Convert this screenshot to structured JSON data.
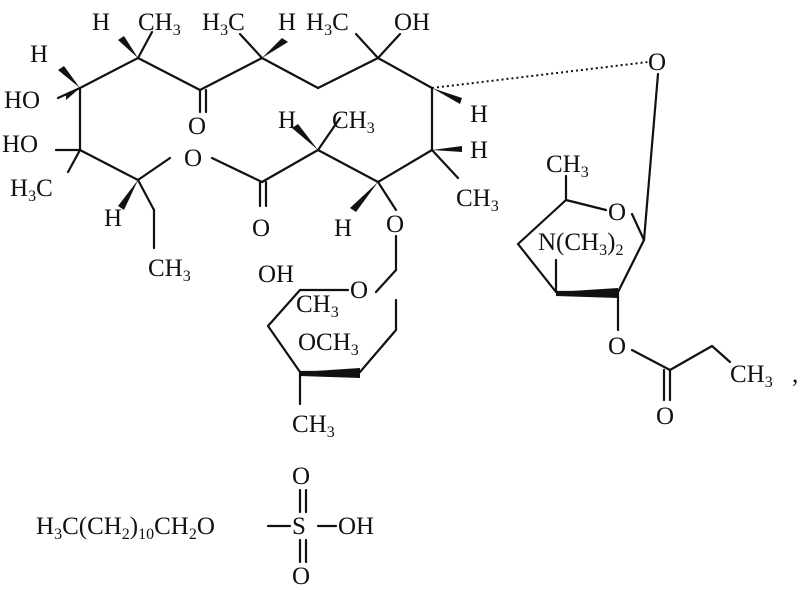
{
  "atoms": {
    "h1": "H",
    "ch3_1": "CH",
    "h3c_2": "H",
    "h2": "H",
    "h3c_3": "H",
    "oh_top": "OH",
    "h_left": "H",
    "ho_left": "HO",
    "o_carbonyl1": "O",
    "ho_left2": "HO",
    "o_ester": "O",
    "h_mid": "H",
    "ch3_mid": "CH",
    "h_right1": "H",
    "h_right2": "H",
    "h3c_left": "H",
    "o_carbonyl2": "O",
    "h_low1": "H",
    "h_low2": "H",
    "ch3_right": "CH",
    "ch3_ethyl": "CH",
    "o_link_top": "O",
    "ch3_sugar": "CH",
    "o_sugar_ring": "O",
    "nme2": "N(CH",
    "o_link_mid": "O",
    "oh_sugar2": "OH",
    "ch3_sugar2": "CH",
    "o_sugar2_ring": "O",
    "och3_sugar2": "OCH",
    "ch3_sugar2b": "CH",
    "o_propionate": "O",
    "ch3_propionate": "CH",
    "o_propionate_c": "O",
    "comma": ","
  },
  "subscripts": {
    "three": "3",
    "two": "2",
    "ten": "10"
  },
  "formula2": {
    "part1": "H",
    "part2": "C(CH",
    "part3": ")",
    "part4": "CH",
    "part5": "O",
    "s": "S",
    "oh": "OH",
    "o_top": "O",
    "o_bot": "O"
  }
}
